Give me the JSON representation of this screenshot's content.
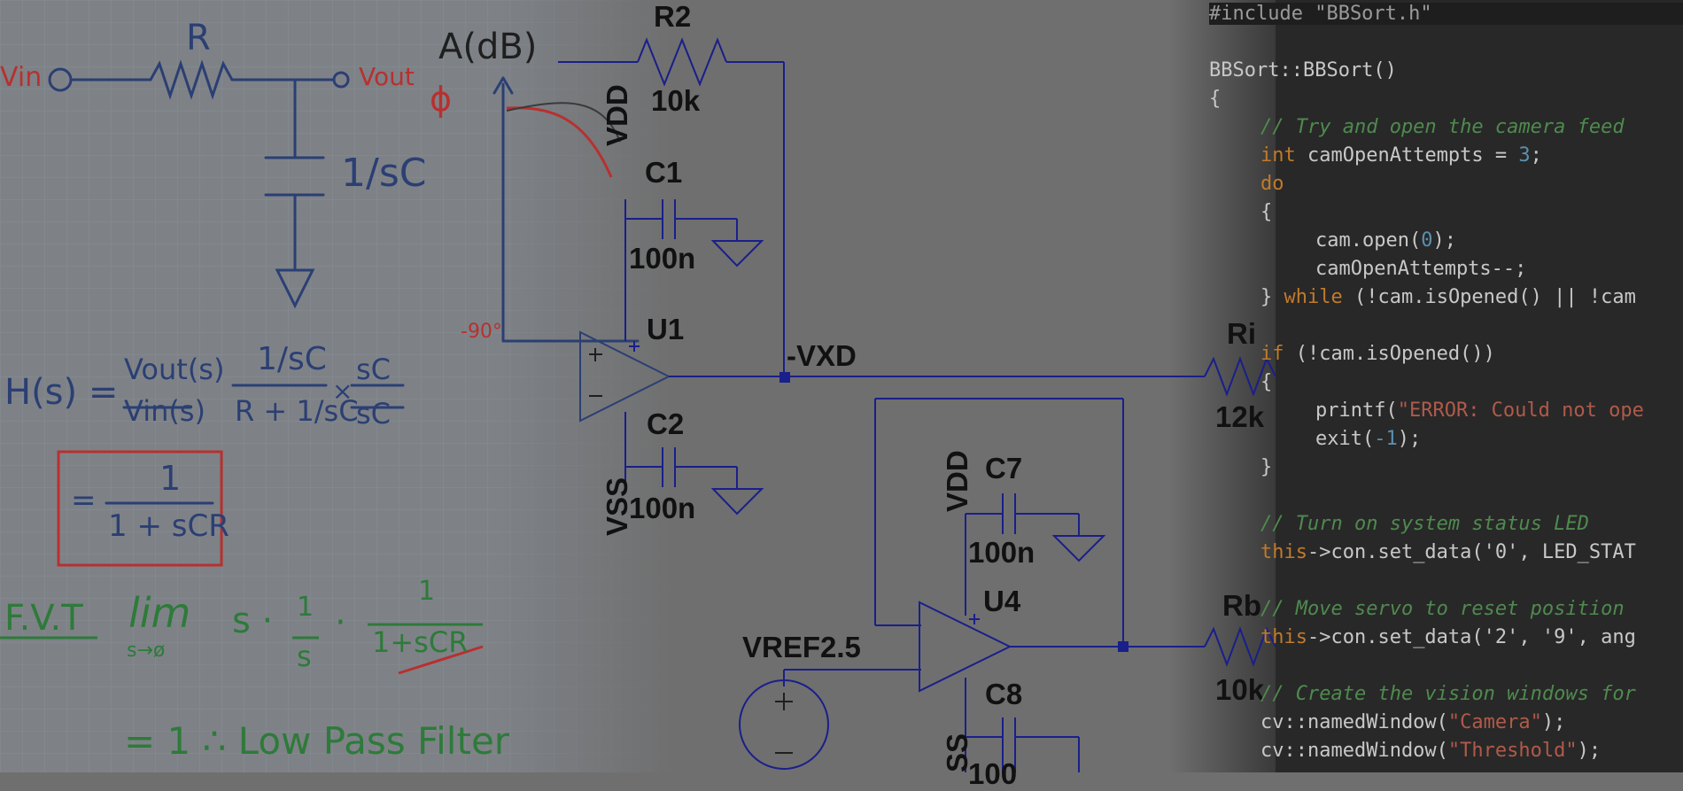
{
  "handwritten": {
    "r_label": "R",
    "vin": "Vin",
    "vout": "Vout",
    "cap_impedance": "1/sC",
    "phase_label": "A(dB)",
    "phase_sym": "ϕ",
    "minus90": "-90°",
    "transfer_lhs": "H(s) =",
    "transfer_num": "Vout(s)",
    "transfer_den": "Vin(s)",
    "frac1_num": "1/sC",
    "frac1_den": "R + 1/sC",
    "times": "×",
    "frac2_num": "sC",
    "frac2_den": "sC",
    "result_eq": "=",
    "result_num": "1",
    "result_den": "1 + sCR",
    "fvt": "F.V.T",
    "lim": "lim",
    "lim_sub": "s→ø",
    "fvt_expr_s": "s ·",
    "fvt_frac_num": "1",
    "fvt_frac_den": "s",
    "fvt_dot": "·",
    "fvt_frac2_num": "1",
    "fvt_frac2_den": "1+sCR",
    "conclusion": "= 1 ∴ Low Pass Filter"
  },
  "schematic": {
    "r2": "R2",
    "r2_val": "10k",
    "vdd1": "VDD",
    "c1": "C1",
    "c1_val": "100n",
    "u1": "U1",
    "vxd": "-VXD",
    "c2": "C2",
    "c2_val": "100n",
    "vss1": "VSS",
    "ri": "Ri",
    "ri_val": "12k",
    "vdd2": "VDD",
    "c7": "C7",
    "c7_val": "100n",
    "u4": "U4",
    "vref": "VREF2.5",
    "rb": "Rb",
    "rb_val": "10k",
    "c8": "C8",
    "vss2": "SS",
    "c8_val": "100"
  },
  "code": {
    "l0": "#include \"BBSort.h\"",
    "l1": "BBSort::BBSort()",
    "l2": "{",
    "l3": "// Try and open the camera feed",
    "l4_kw": "int",
    "l4_rest": " camOpenAttempts = ",
    "l4_num": "3",
    "l4_end": ";",
    "l5": "do",
    "l6": "{",
    "l7a": "cam.open(",
    "l7n": "0",
    "l7b": ");",
    "l8": "camOpenAttempts--;",
    "l9a": "} ",
    "l9kw": "while",
    "l9b": " (!cam.isOpened() || !cam",
    "l10kw": "if",
    "l10b": " (!cam.isOpened())",
    "l11": "{",
    "l12a": "printf(",
    "l12s": "\"ERROR: Could not ope",
    "l13a": "exit(",
    "l13n": "-1",
    "l13b": ");",
    "l14": "}",
    "l15": "// Turn on system status LED",
    "l16kw": "this",
    "l16b": "->con.set_data('0', LED_STAT",
    "l17": "// Move servo to reset position",
    "l18kw": "this",
    "l18b": "->con.set_data('2', '9', ang",
    "l19": "// Create the vision windows for",
    "l20a": "cv::namedWindow(",
    "l20s": "\"Camera\"",
    "l20b": ");",
    "l21a": "cv::namedWindow(",
    "l21s": "\"Threshold\"",
    "l21b": ");"
  }
}
